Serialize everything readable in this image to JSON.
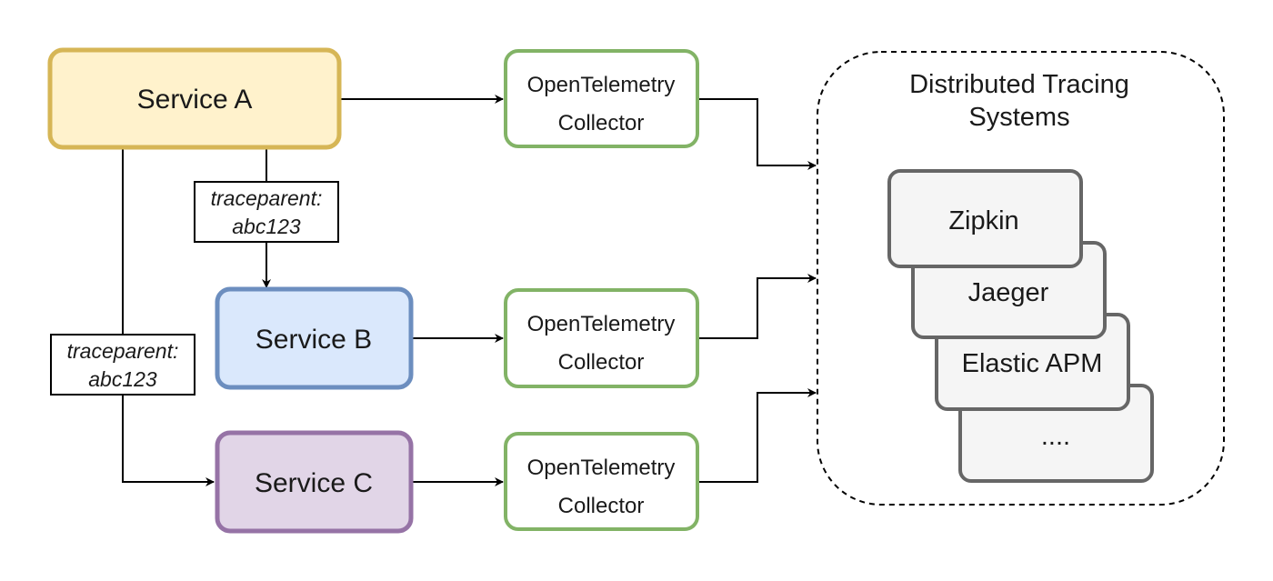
{
  "services": {
    "a": {
      "label": "Service A",
      "fill": "#fff2cc",
      "stroke": "#d6b656"
    },
    "b": {
      "label": "Service B",
      "fill": "#dae8fc",
      "stroke": "#6c8ebf"
    },
    "c": {
      "label": "Service C",
      "fill": "#e1d5e7",
      "stroke": "#9673a6"
    }
  },
  "collectors": [
    {
      "line1": "OpenTelemetry",
      "line2": "Collector"
    },
    {
      "line1": "OpenTelemetry",
      "line2": "Collector"
    },
    {
      "line1": "OpenTelemetry",
      "line2": "Collector"
    }
  ],
  "collector_stroke": "#82b366",
  "traceparent_labels": [
    {
      "line1": "traceparent:",
      "line2": "abc123"
    },
    {
      "line1": "traceparent:",
      "line2": "abc123"
    }
  ],
  "tracing": {
    "title_line1": "Distributed Tracing",
    "title_line2": "Systems",
    "systems": [
      "Zipkin",
      "Jaeger",
      "Elastic APM",
      "...."
    ],
    "system_fill": "#f5f5f5",
    "system_stroke": "#666666"
  }
}
